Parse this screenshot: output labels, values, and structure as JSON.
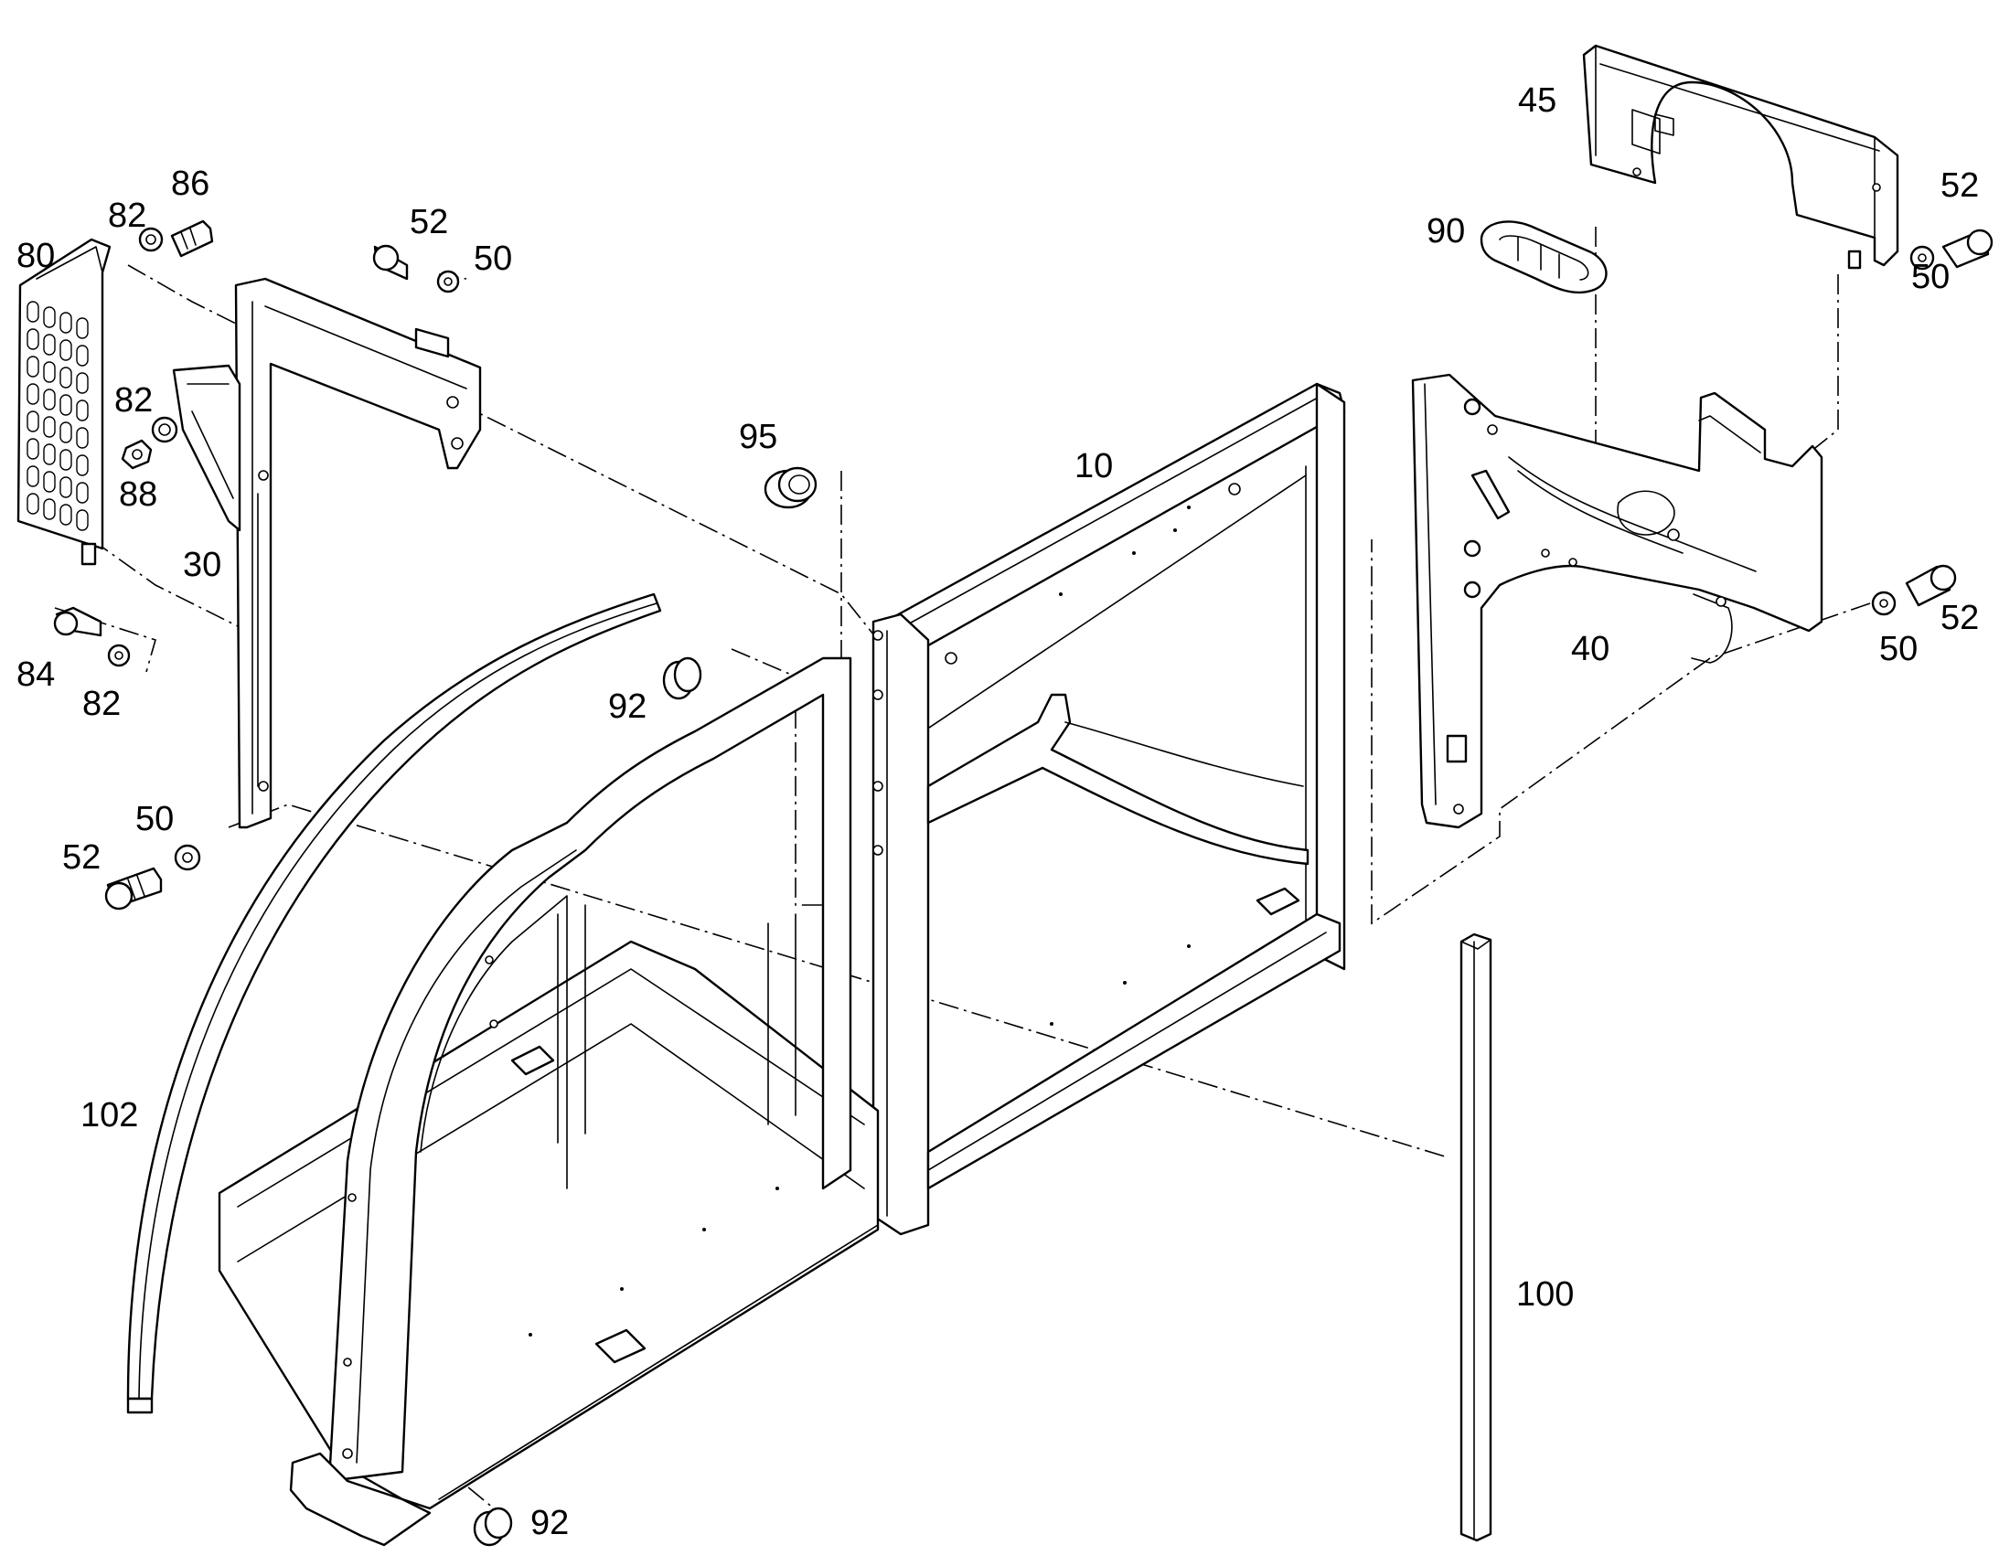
{
  "callouts": [
    {
      "id": "c-80",
      "text": "80"
    },
    {
      "id": "c-82a",
      "text": "82"
    },
    {
      "id": "c-86",
      "text": "86"
    },
    {
      "id": "c-52a",
      "text": "52"
    },
    {
      "id": "c-50a",
      "text": "50"
    },
    {
      "id": "c-82b",
      "text": "82"
    },
    {
      "id": "c-88",
      "text": "88"
    },
    {
      "id": "c-30",
      "text": "30"
    },
    {
      "id": "c-84",
      "text": "84"
    },
    {
      "id": "c-82c",
      "text": "82"
    },
    {
      "id": "c-50b",
      "text": "50"
    },
    {
      "id": "c-52b",
      "text": "52"
    },
    {
      "id": "c-95",
      "text": "95"
    },
    {
      "id": "c-10",
      "text": "10"
    },
    {
      "id": "c-92a",
      "text": "92"
    },
    {
      "id": "c-102",
      "text": "102"
    },
    {
      "id": "c-92b",
      "text": "92"
    },
    {
      "id": "c-45",
      "text": "45"
    },
    {
      "id": "c-52c",
      "text": "52"
    },
    {
      "id": "c-90",
      "text": "90"
    },
    {
      "id": "c-50c",
      "text": "50"
    },
    {
      "id": "c-40",
      "text": "40"
    },
    {
      "id": "c-50d",
      "text": "50"
    },
    {
      "id": "c-52d",
      "text": "52"
    },
    {
      "id": "c-100",
      "text": "100"
    }
  ]
}
